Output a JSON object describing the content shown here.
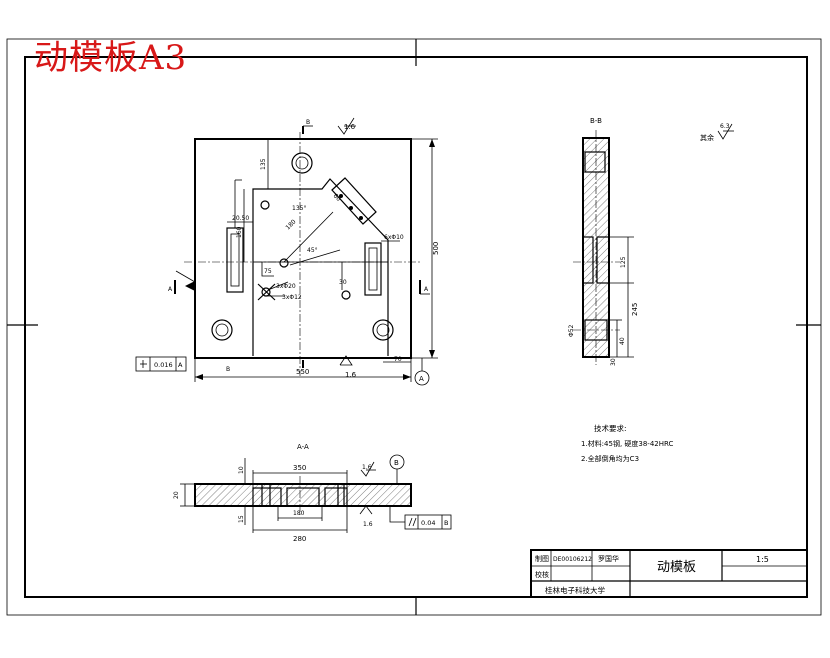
{
  "watermark": "动模板A3",
  "drawing": {
    "roughness": {
      "label": "其余",
      "value": "6.3"
    },
    "top_view": {
      "roughness_top": "1.6",
      "roughness_bottom": "1.6",
      "section_mark_top": "B",
      "section_mark_bottom": "B",
      "section_mark_left": "A",
      "section_mark_right": "A",
      "datum_letter": "A",
      "flatness_tolerance": "0.016",
      "flatness_datum": "A",
      "dims": {
        "width": "550",
        "height": "500",
        "offset_right": "70",
        "top_offset": "135",
        "slot_width": "20.50",
        "mid_height": "160",
        "pocket_depth": "75",
        "small_depth": "30",
        "angle1": "135°",
        "angle2": "45°",
        "diag": "180",
        "hole_a": "3xΦ20",
        "hole_b": "3xΦ12",
        "hole_c": "6xΦ10",
        "slot_len": "60"
      }
    },
    "section_bb": {
      "title": "B-B",
      "dims": {
        "d1": "125",
        "d2": "245",
        "d3": "40",
        "d4": "Φ52",
        "d5": "30"
      }
    },
    "section_aa": {
      "title": "A-A",
      "roughness_top": "1.6",
      "roughness_bottom": "1.6",
      "datum_letter": "B",
      "parallel_tolerance": "0.04",
      "parallel_datum": "B",
      "dims": {
        "w1": "350",
        "w2": "280",
        "w3": "180",
        "h1": "10",
        "h2": "15",
        "t": "20"
      }
    },
    "tech_requirements": {
      "title": "技术要求:",
      "items": [
        "1.材料:45钢, 硬度38-42HRC",
        "2.全部倒角均为C3"
      ]
    },
    "title_block": {
      "draw_label": "制图",
      "check_label": "校核",
      "student_id": "DE00106212",
      "designer": "罗国华",
      "part_name": "动模板",
      "scale": "1:5",
      "school": "桂林电子科技大学"
    }
  }
}
